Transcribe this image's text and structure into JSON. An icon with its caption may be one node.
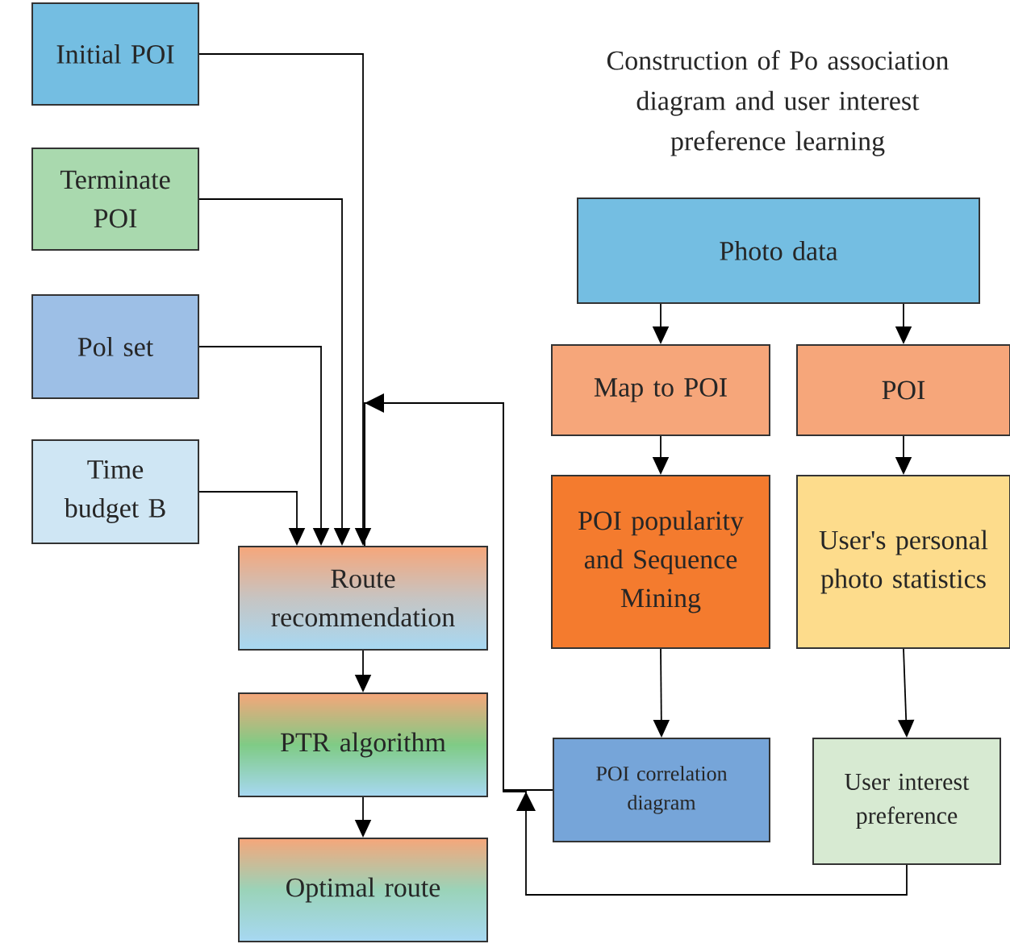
{
  "diagram": {
    "title": "Construction of Po association diagram and user interest preference learning",
    "nodes": [
      {
        "text": [
          "Initial POI"
        ]
      },
      {
        "text": [
          "Terminate POI"
        ]
      },
      {
        "text": [
          "Pol set"
        ]
      },
      {
        "text": [
          "Time budget B"
        ]
      },
      {
        "text": [
          "Route recommendation"
        ]
      },
      {
        "text": [
          "PTR algorithm"
        ]
      },
      {
        "text": [
          "Optimal route"
        ]
      },
      {
        "text": [
          "Photo data"
        ]
      },
      {
        "text": [
          "Map to POI"
        ]
      },
      {
        "text": [
          "POI"
        ]
      },
      {
        "text": [
          "POI popularity and Sequence Mining"
        ]
      },
      {
        "text": [
          "User's personal photo statistics"
        ]
      },
      {
        "text": [
          "POI correlation diagram"
        ]
      },
      {
        "text": [
          "User interest preference"
        ]
      }
    ],
    "edges": [
      {
        "from": 0,
        "to": 4,
        "arrow": "to"
      },
      {
        "from": 1,
        "to": 4,
        "arrow": "to"
      },
      {
        "from": 2,
        "to": 4,
        "arrow": "to"
      },
      {
        "from": 3,
        "to": 4,
        "arrow": "to"
      },
      {
        "from": 4,
        "to": 5,
        "arrow": "to"
      },
      {
        "from": 5,
        "to": 6,
        "arrow": "to"
      },
      {
        "from": 7,
        "to": 8,
        "arrow": "to"
      },
      {
        "from": 7,
        "to": 9,
        "arrow": "to"
      },
      {
        "from": 8,
        "to": 10,
        "arrow": "to"
      },
      {
        "from": 9,
        "to": 11,
        "arrow": "to"
      },
      {
        "from": 10,
        "to": 12,
        "arrow": "to"
      },
      {
        "from": 11,
        "to": 13,
        "arrow": "to"
      },
      {
        "from": 12,
        "to": 4,
        "arrow": "to"
      },
      {
        "from": 13,
        "to": 4,
        "arrow": "to"
      }
    ]
  }
}
